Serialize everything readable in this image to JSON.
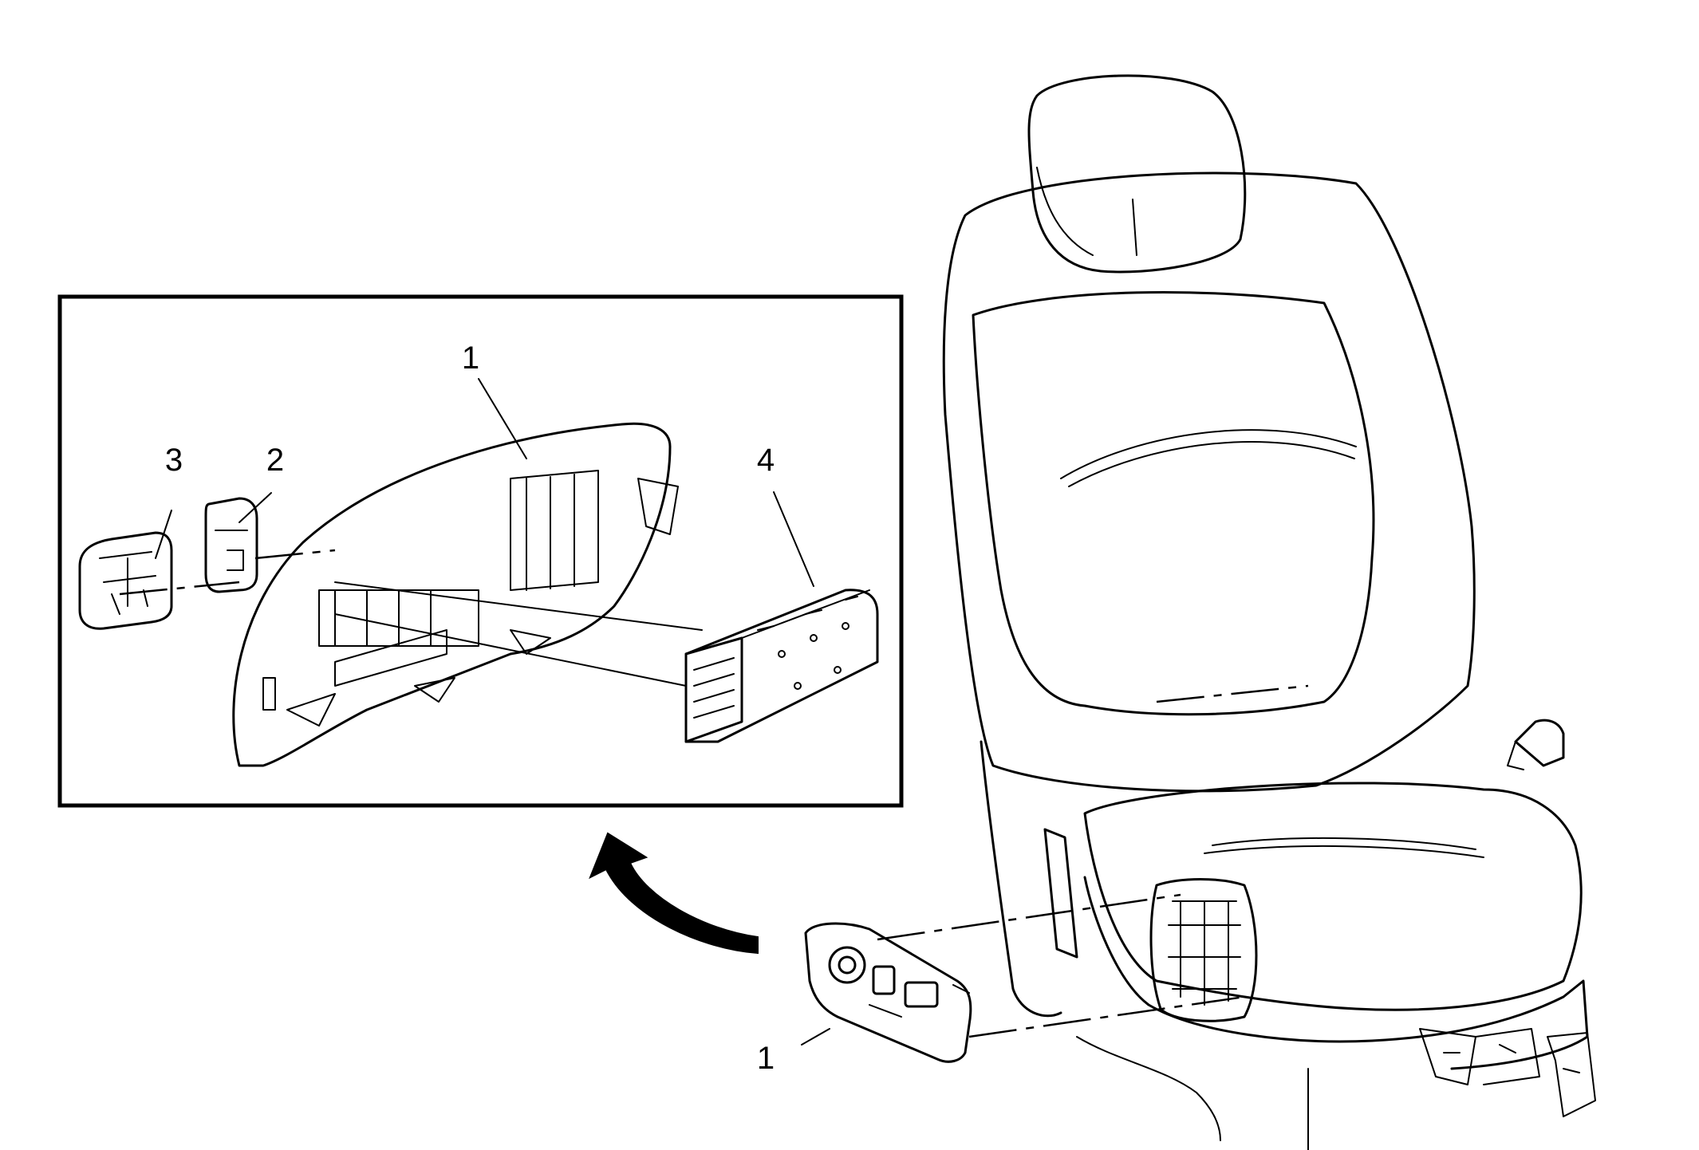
{
  "callouts": {
    "inset_1": "1",
    "inset_2": "2",
    "inset_3": "3",
    "inset_4": "4",
    "main_1": "1"
  }
}
